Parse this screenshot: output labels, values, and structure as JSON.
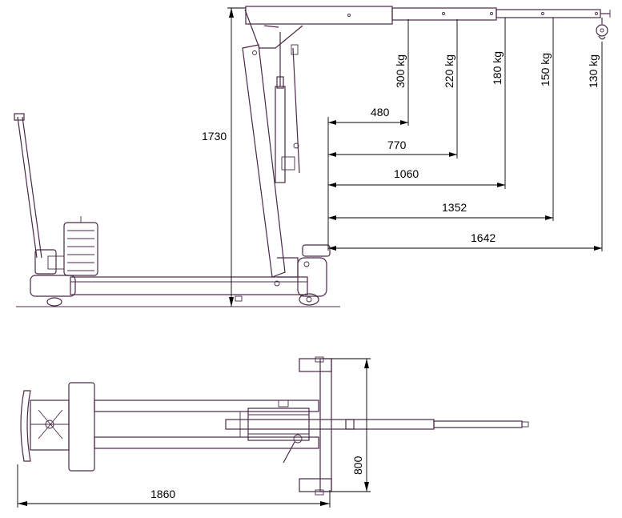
{
  "side_view": {
    "height_label": "1730",
    "reach_labels": [
      "480",
      "770",
      "1060",
      "1352",
      "1642"
    ],
    "load_labels": [
      "300 kg",
      "220 kg",
      "180 kg",
      "150 kg",
      "130 kg"
    ]
  },
  "top_view": {
    "length_label": "1860",
    "width_label": "800"
  },
  "colors": {
    "line": "#4a2848",
    "dimension": "#000000",
    "background": "#ffffff"
  }
}
